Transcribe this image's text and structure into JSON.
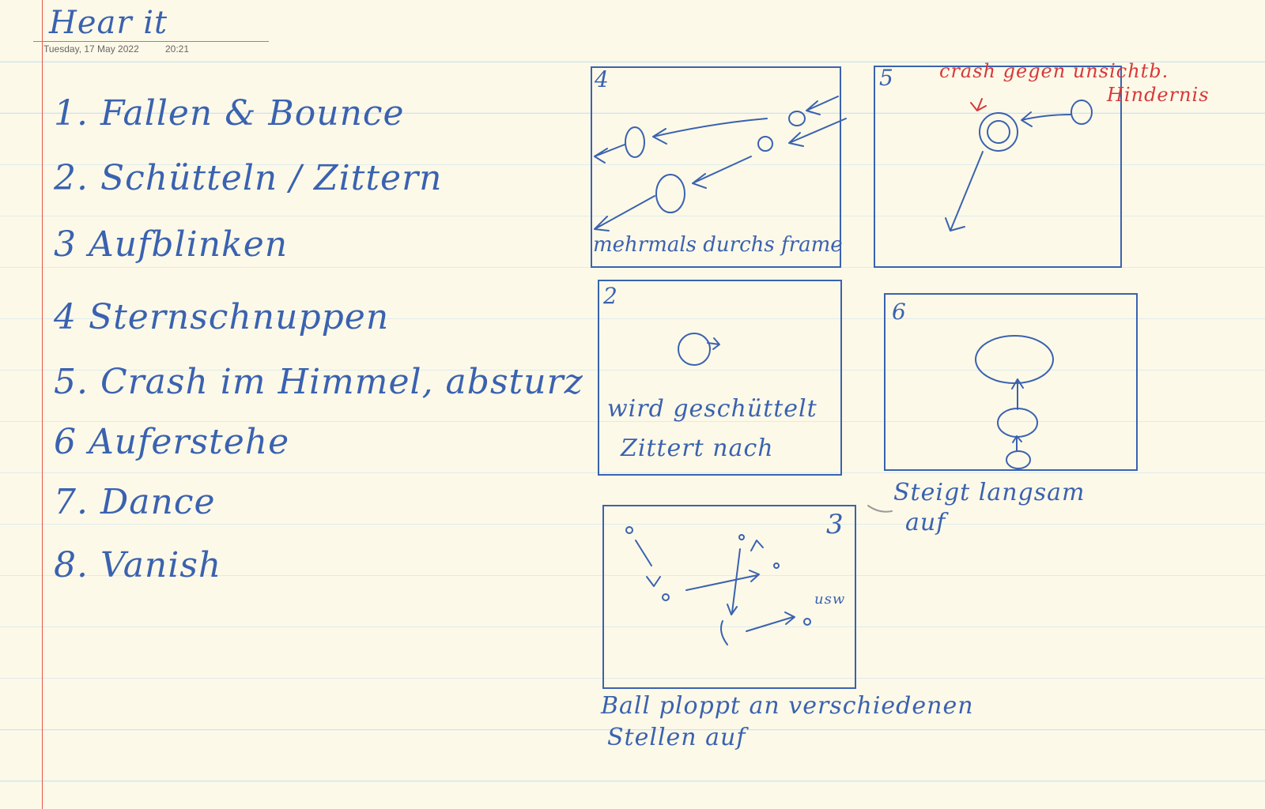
{
  "note": {
    "title": "Hear it",
    "date": "Tuesday, 17 May 2022",
    "time": "20:21"
  },
  "list": [
    "1. Fallen & Bounce",
    "2. Schütteln / Zittern",
    "3 Aufblinken",
    "4 Sternschnuppen",
    "5. Crash im Himmel, absturz",
    "6 Auferstehe",
    "7. Dance",
    "8. Vanish"
  ],
  "frames": {
    "f4": {
      "num": "4",
      "caption": "mehrmals durchs frame"
    },
    "f5": {
      "num": "5",
      "note_line1": "crash gegen unsichtb.",
      "note_line2": "Hindernis"
    },
    "f2": {
      "num": "2",
      "caption_line1": "wird geschüttelt",
      "caption_line2": "Zittert nach"
    },
    "f6": {
      "num": "6",
      "caption_line1": "Steigt langsam",
      "caption_line2": "auf"
    },
    "f3": {
      "num": "3",
      "inner": "usw",
      "caption_line1": "Ball ploppt an verschiedenen",
      "caption_line2": "Stellen auf"
    }
  },
  "colors": {
    "ink_blue": "#3a62b0",
    "ink_red": "#d8383a",
    "margin": "#e2574c",
    "rule": "#c9e3ef",
    "paper": "#fdf9e8"
  }
}
